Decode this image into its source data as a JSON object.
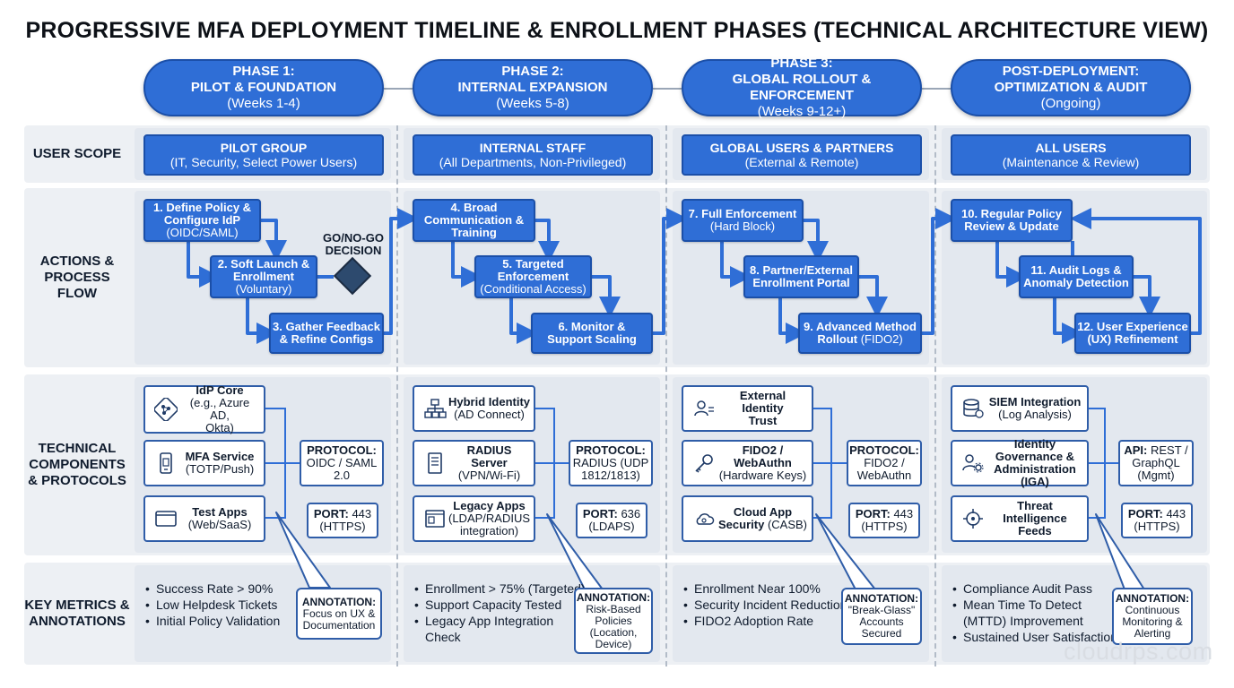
{
  "title": "PROGRESSIVE MFA DEPLOYMENT TIMELINE & ENROLLMENT PHASES (TECHNICAL ARCHITECTURE VIEW)",
  "row_labels": {
    "scope": "USER SCOPE",
    "actions_1": "ACTIONS &",
    "actions_2": "PROCESS FLOW",
    "components_1": "TECHNICAL",
    "components_2": "COMPONENTS",
    "components_3": "& PROTOCOLS",
    "metrics_1": "KEY METRICS &",
    "metrics_2": "ANNOTATIONS"
  },
  "phases": [
    {
      "line1": "PHASE 1:",
      "line2": "PILOT & FOUNDATION",
      "line3": "(Weeks 1-4)",
      "scope_title": "PILOT GROUP",
      "scope_sub": "(IT, Security, Select Power Users)",
      "steps": [
        {
          "title": "1. Define Policy &",
          "title2": "Configure IdP",
          "sub": "(OIDC/SAML)"
        },
        {
          "title": "2. Soft Launch &",
          "title2": "Enrollment",
          "sub": "(Voluntary)"
        },
        {
          "title": "3. Gather Feedback",
          "title2": "& Refine Configs",
          "sub": ""
        }
      ],
      "decision_1": "GO/NO-GO",
      "decision_2": "DECISION",
      "components": [
        {
          "icon": "network-icon",
          "name": "IdP Core",
          "sub1": "(e.g., Azure AD,",
          "sub2": "Okta)"
        },
        {
          "icon": "mobile-icon",
          "name": "MFA Service",
          "sub1": "(TOTP/Push)",
          "sub2": ""
        },
        {
          "icon": "browser-icon",
          "name": "Test Apps",
          "sub1": "(Web/SaaS)",
          "sub2": ""
        }
      ],
      "protocol": {
        "label": "PROTOCOL:",
        "l1": "OIDC / SAML",
        "l2": "2.0",
        "l3": ""
      },
      "port": {
        "label": "PORT:",
        "l1": "443",
        "l2": "(HTTPS)"
      },
      "metrics": [
        "Success Rate > 90%",
        "Low Helpdesk Tickets",
        "Initial Policy Validation"
      ],
      "annotation": {
        "label": "ANNOTATION:",
        "l1": "Focus on UX &",
        "l2": "Documentation",
        "l3": "",
        "l4": ""
      }
    },
    {
      "line1": "PHASE 2:",
      "line2": "INTERNAL EXPANSION",
      "line3": "(Weeks 5-8)",
      "scope_title": "INTERNAL STAFF",
      "scope_sub": "(All Departments, Non-Privileged)",
      "steps": [
        {
          "title": "4. Broad",
          "title2": "Communication &",
          "sub": "Training"
        },
        {
          "title": "5. Targeted",
          "title2": "Enforcement",
          "sub": "(Conditional Access)"
        },
        {
          "title": "6. Monitor &",
          "title2": "Support Scaling",
          "sub": ""
        }
      ],
      "components": [
        {
          "icon": "hierarchy-icon",
          "name": "Hybrid Identity",
          "sub1": "(AD Connect)",
          "sub2": ""
        },
        {
          "icon": "server-icon",
          "name": "RADIUS Server",
          "sub1": "(VPN/Wi-Fi)",
          "sub2": ""
        },
        {
          "icon": "window-icon",
          "name": "Legacy Apps",
          "sub1": "(LDAP/RADIUS",
          "sub2": "integration)"
        }
      ],
      "protocol": {
        "label": "PROTOCOL:",
        "l1": "RADIUS (UDP",
        "l2": "1812/1813)",
        "l3": ""
      },
      "port": {
        "label": "PORT:",
        "l1": "636",
        "l2": "(LDAPS)"
      },
      "metrics": [
        "Enrollment > 75% (Targeted)",
        "Support Capacity Tested",
        "Legacy App Integration",
        "Check"
      ],
      "annotation": {
        "label": "ANNOTATION:",
        "l1": "Risk-Based",
        "l2": "Policies",
        "l3": "(Location,",
        "l4": "Device)"
      }
    },
    {
      "line1": "PHASE 3:",
      "line2": "GLOBAL ROLLOUT & ENFORCEMENT",
      "line3": "(Weeks 9-12+)",
      "scope_title": "GLOBAL USERS & PARTNERS",
      "scope_sub": "(External & Remote)",
      "steps": [
        {
          "title": "7. Full Enforcement",
          "title2": "",
          "sub": "(Hard Block)"
        },
        {
          "title": "8. Partner/External",
          "title2": "Enrollment Portal",
          "sub": ""
        },
        {
          "title": "9. Advanced Method",
          "title2": "Rollout",
          "sub": "(FIDO2)"
        }
      ],
      "components": [
        {
          "icon": "users-icon",
          "name": "External Identity",
          "sub1": "Trust",
          "sub2": ""
        },
        {
          "icon": "key-icon",
          "name": "FIDO2 /",
          "sub1": "WebAuthn",
          "sub2": "(Hardware Keys)"
        },
        {
          "icon": "cloud-icon",
          "name": "Cloud App",
          "sub1": "Security",
          "sub2": "(CASB)"
        }
      ],
      "protocol": {
        "label": "PROTOCOL:",
        "l1": "FIDO2 /",
        "l2": "WebAuthn",
        "l3": ""
      },
      "port": {
        "label": "PORT:",
        "l1": "443",
        "l2": "(HTTPS)"
      },
      "metrics": [
        "Enrollment Near 100%",
        "Security Incident Reduction",
        "FIDO2 Adoption Rate"
      ],
      "annotation": {
        "label": "ANNOTATION:",
        "l1": "\"Break-Glass\"",
        "l2": "Accounts",
        "l3": "Secured",
        "l4": ""
      }
    },
    {
      "line1": "POST-DEPLOYMENT:",
      "line2": "OPTIMIZATION & AUDIT",
      "line3": "(Ongoing)",
      "scope_title": "ALL USERS",
      "scope_sub": "(Maintenance & Review)",
      "steps": [
        {
          "title": "10. Regular Policy",
          "title2": "Review & Update",
          "sub": ""
        },
        {
          "title": "11. Audit Logs &",
          "title2": "Anomaly Detection",
          "sub": ""
        },
        {
          "title": "12. User Experience",
          "title2": "",
          "sub": "(UX) Refinement"
        }
      ],
      "components": [
        {
          "icon": "database-icon",
          "name": "SIEM Integration",
          "sub1": "(Log Analysis)",
          "sub2": ""
        },
        {
          "icon": "user-gear-icon",
          "name": "Identity",
          "sub1": "Governance &",
          "sub2": "Administration (IGA)"
        },
        {
          "icon": "crosshair-icon",
          "name": "Threat",
          "sub1": "Intelligence",
          "sub2": "Feeds"
        }
      ],
      "protocol": {
        "label": "API:",
        "l1": "REST /",
        "l2": "GraphQL",
        "l3": "(Mgmt)"
      },
      "port": {
        "label": "PORT:",
        "l1": "443",
        "l2": "(HTTPS)"
      },
      "metrics": [
        "Compliance Audit Pass",
        "Mean Time To Detect",
        "(MTTD) Improvement",
        "Sustained User Satisfaction"
      ],
      "annotation": {
        "label": "ANNOTATION:",
        "l1": "Continuous",
        "l2": "Monitoring &",
        "l3": "Alerting",
        "l4": ""
      }
    }
  ],
  "watermark": "cloudrps.com",
  "colors": {
    "primary": "#2f6ed6",
    "primary_border": "#1b4fa8",
    "row_bg": "#edf0f4",
    "column_bg": "#e3e8ef",
    "connector": "#2f6ed6"
  }
}
